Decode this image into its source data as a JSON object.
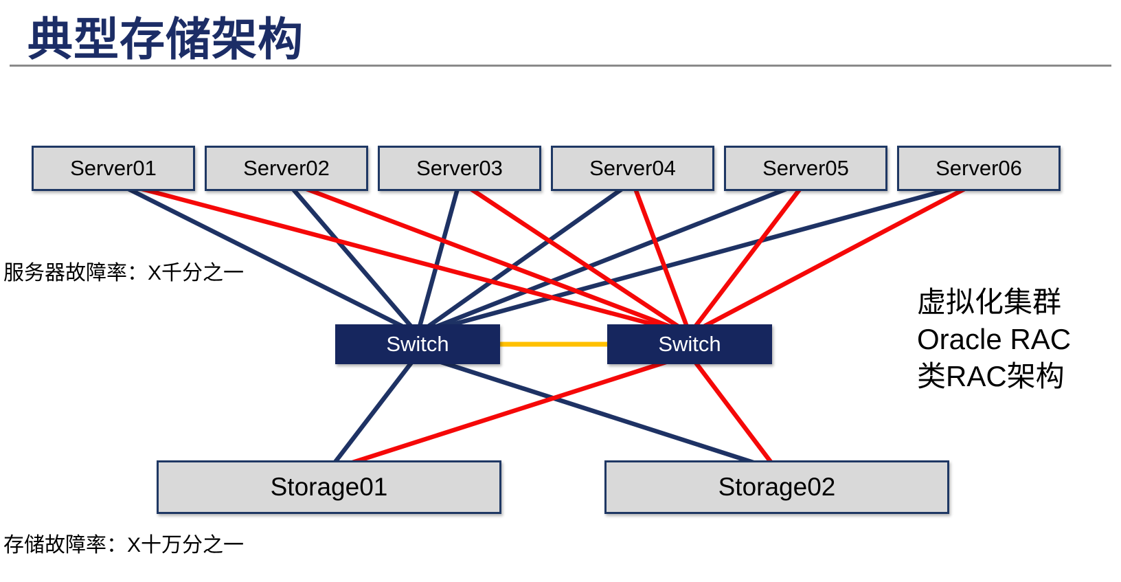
{
  "slide": {
    "title": "典型存储架构",
    "annotations": {
      "server_failure": "服务器故障率：X千分之一",
      "storage_failure": "存储故障率：X十万分之一",
      "right_note_lines": [
        "虚拟化集群",
        "Oracle RAC",
        "类RAC架构"
      ]
    }
  },
  "diagram": {
    "colors": {
      "navy": "#1e3264",
      "red": "#f50808",
      "orange": "#ffc000",
      "box_fill": "#d9d9d9",
      "box_border": "#1f3864",
      "switch_fill": "#16265e",
      "title_color": "#1c2d66",
      "divider_gray": "#8a8a8a"
    },
    "nodes": {
      "servers": [
        {
          "id": "server1",
          "label": "Server01"
        },
        {
          "id": "server2",
          "label": "Server02"
        },
        {
          "id": "server3",
          "label": "Server03"
        },
        {
          "id": "server4",
          "label": "Server04"
        },
        {
          "id": "server5",
          "label": "Server05"
        },
        {
          "id": "server6",
          "label": "Server06"
        }
      ],
      "switches": [
        {
          "id": "switchA",
          "label": "Switch"
        },
        {
          "id": "switchB",
          "label": "Switch"
        }
      ],
      "storages": [
        {
          "id": "storage1",
          "label": "Storage01"
        },
        {
          "id": "storage2",
          "label": "Storage02"
        }
      ]
    },
    "connections": [
      {
        "from": "server1",
        "from_anchor": "bottom",
        "to": "switchA",
        "to_anchor": "top",
        "color": "navy"
      },
      {
        "from": "server2",
        "from_anchor": "bottom",
        "to": "switchA",
        "to_anchor": "top",
        "color": "navy"
      },
      {
        "from": "server3",
        "from_anchor": "bottom",
        "to": "switchA",
        "to_anchor": "top",
        "color": "navy"
      },
      {
        "from": "server4",
        "from_anchor": "bottom",
        "to": "switchA",
        "to_anchor": "top",
        "color": "navy"
      },
      {
        "from": "server5",
        "from_anchor": "bottom",
        "to": "switchA",
        "to_anchor": "top",
        "color": "navy"
      },
      {
        "from": "server6",
        "from_anchor": "bottom",
        "to": "switchA",
        "to_anchor": "top",
        "color": "navy"
      },
      {
        "from": "server1",
        "from_anchor": "bottom",
        "to": "switchB",
        "to_anchor": "top",
        "color": "red"
      },
      {
        "from": "server2",
        "from_anchor": "bottom",
        "to": "switchB",
        "to_anchor": "top",
        "color": "red"
      },
      {
        "from": "server3",
        "from_anchor": "bottom",
        "to": "switchB",
        "to_anchor": "top",
        "color": "red"
      },
      {
        "from": "server4",
        "from_anchor": "bottom",
        "to": "switchB",
        "to_anchor": "top",
        "color": "red"
      },
      {
        "from": "server5",
        "from_anchor": "bottom",
        "to": "switchB",
        "to_anchor": "top",
        "color": "red"
      },
      {
        "from": "server6",
        "from_anchor": "bottom",
        "to": "switchB",
        "to_anchor": "top",
        "color": "red"
      },
      {
        "from": "switchA",
        "from_anchor": "right",
        "to": "switchB",
        "to_anchor": "left",
        "color": "orange"
      },
      {
        "from": "switchA",
        "from_anchor": "bottom",
        "to": "storage1",
        "to_anchor": "top",
        "color": "navy"
      },
      {
        "from": "switchA",
        "from_anchor": "bottom",
        "to": "storage2",
        "to_anchor": "top",
        "color": "navy"
      },
      {
        "from": "switchB",
        "from_anchor": "bottom",
        "to": "storage1",
        "to_anchor": "top",
        "color": "red"
      },
      {
        "from": "switchB",
        "from_anchor": "bottom",
        "to": "storage2",
        "to_anchor": "top",
        "color": "red"
      }
    ]
  }
}
